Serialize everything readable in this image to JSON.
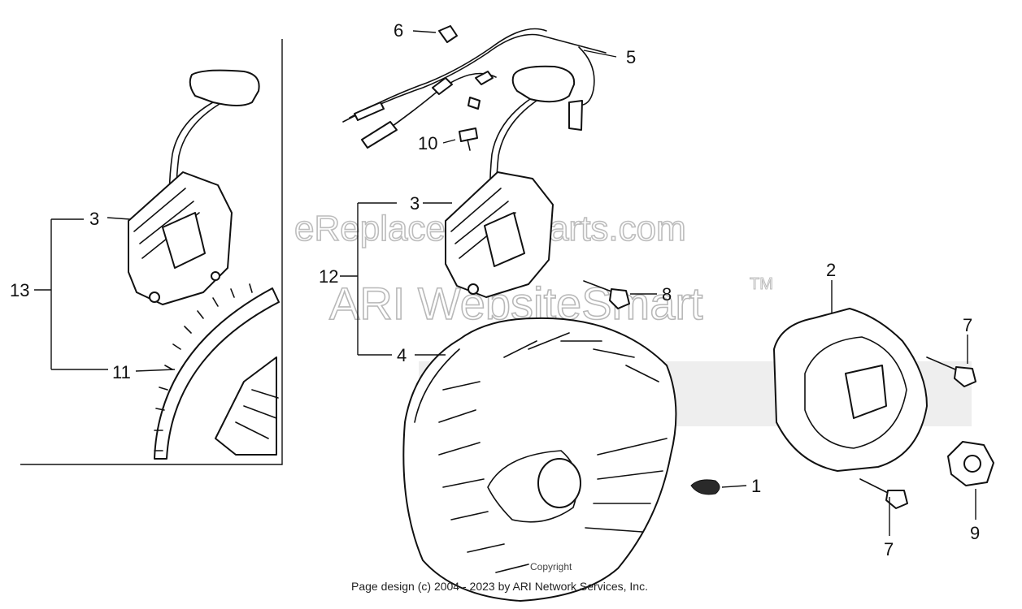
{
  "callouts": {
    "c1": "1",
    "c2": "2",
    "c3a": "3",
    "c3b": "3",
    "c4": "4",
    "c5": "5",
    "c6": "6",
    "c7a": "7",
    "c7b": "7",
    "c8": "8",
    "c9": "9",
    "c10": "10",
    "c11": "11",
    "c12": "12",
    "c13": "13"
  },
  "watermarks": {
    "site": "eReplacementParts.com",
    "brand": "ARI WebsiteSmart",
    "tm": "TM"
  },
  "footer": {
    "copyright_label": "Copyright",
    "page_design": "Page design (c) 2004 - 2023 by ARI Network Services, Inc."
  }
}
